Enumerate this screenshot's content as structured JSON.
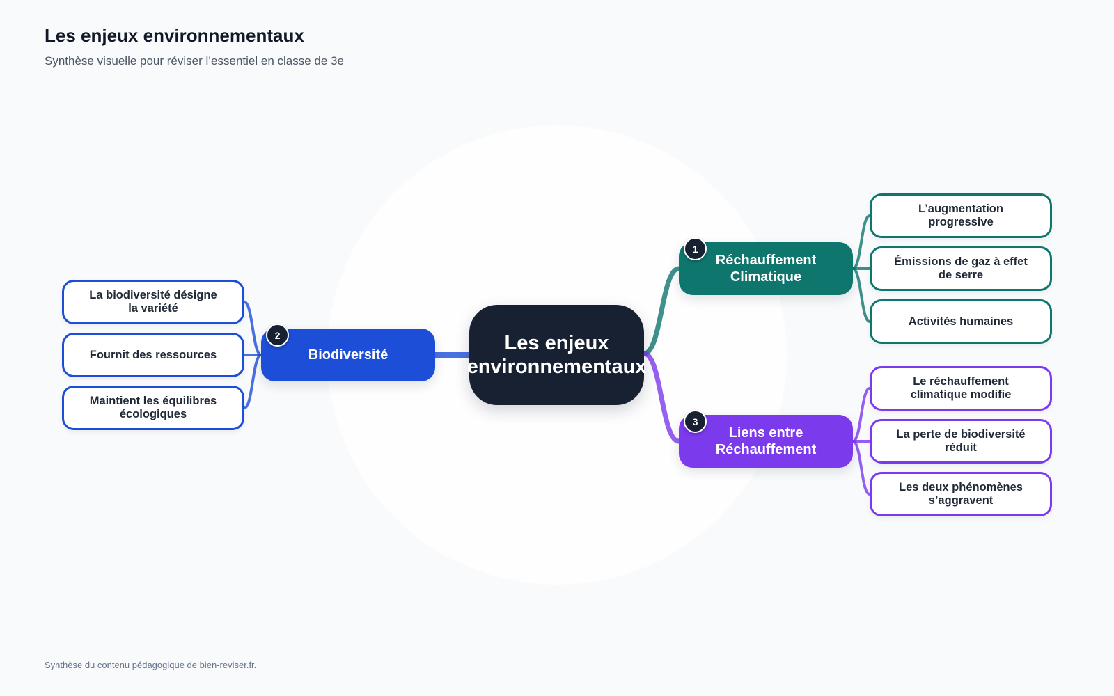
{
  "header": {
    "title": "Les enjeux environnementaux",
    "subtitle": "Synthèse visuelle pour réviser l’essentiel en classe de 3e"
  },
  "center": {
    "label_line1": "Les enjeux",
    "label_line2": "environnementaux"
  },
  "branches": [
    {
      "number": "1",
      "label_line1": "Réchauffement",
      "label_line2": "Climatique",
      "color": "#0f766e",
      "leaves": [
        {
          "line1": "L’augmentation",
          "line2": "progressive"
        },
        {
          "line1": "Émissions de gaz à effet",
          "line2": "de serre"
        },
        {
          "line1": "Activités humaines",
          "line2": ""
        }
      ]
    },
    {
      "number": "2",
      "label_line1": "Biodiversité",
      "label_line2": "",
      "color": "#1d4ed8",
      "leaves": [
        {
          "line1": "La biodiversité désigne",
          "line2": "la variété"
        },
        {
          "line1": "Fournit des ressources",
          "line2": ""
        },
        {
          "line1": "Maintient les équilibres",
          "line2": "écologiques"
        }
      ]
    },
    {
      "number": "3",
      "label_line1": "Liens entre",
      "label_line2": "Réchauffement",
      "color": "#7c3aed",
      "leaves": [
        {
          "line1": "Le réchauffement",
          "line2": "climatique modifie"
        },
        {
          "line1": "La perte de biodiversité",
          "line2": "réduit"
        },
        {
          "line1": "Les deux phénomènes",
          "line2": "s’aggravent"
        }
      ]
    }
  ],
  "footer": {
    "text": "Synthèse du contenu pédagogique de bien-reviser.fr."
  },
  "colors": {
    "background": "#f8fafc",
    "center": "#172132",
    "climat": "#0f766e",
    "biodiversite": "#1d4ed8",
    "liens": "#7c3aed"
  }
}
